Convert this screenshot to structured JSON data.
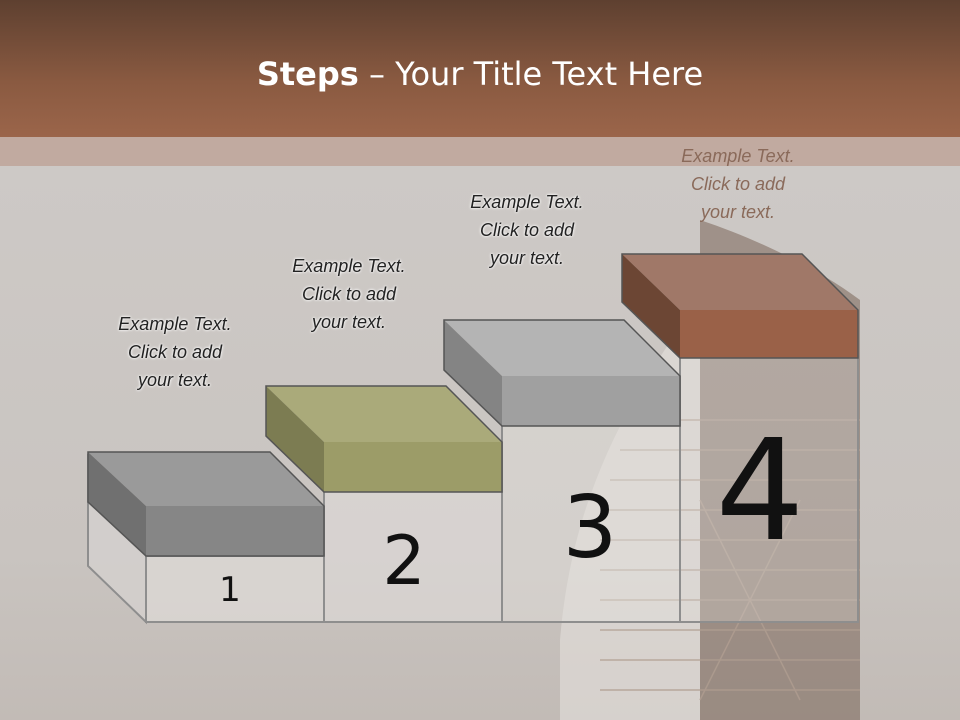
{
  "slide": {
    "title_bold": "Steps",
    "title_rest": " – Your Title Text Here"
  },
  "steps": [
    {
      "number": "1",
      "text_lines": [
        "Example Text.",
        "Click  to add",
        "your text."
      ]
    },
    {
      "number": "2",
      "text_lines": [
        "Example Text.",
        "Click  to add",
        "your text."
      ]
    },
    {
      "number": "3",
      "text_lines": [
        "Example Text.",
        "Click  to add",
        "your text."
      ]
    },
    {
      "number": "4",
      "text_lines": [
        "Example Text.",
        "Click  to add",
        "your text."
      ]
    }
  ],
  "colors": {
    "header": "#8a5a41",
    "step1": "#8c8c8c",
    "step2": "#9a9a68",
    "step3": "#a0a0a0",
    "step4": "#9a6148"
  }
}
